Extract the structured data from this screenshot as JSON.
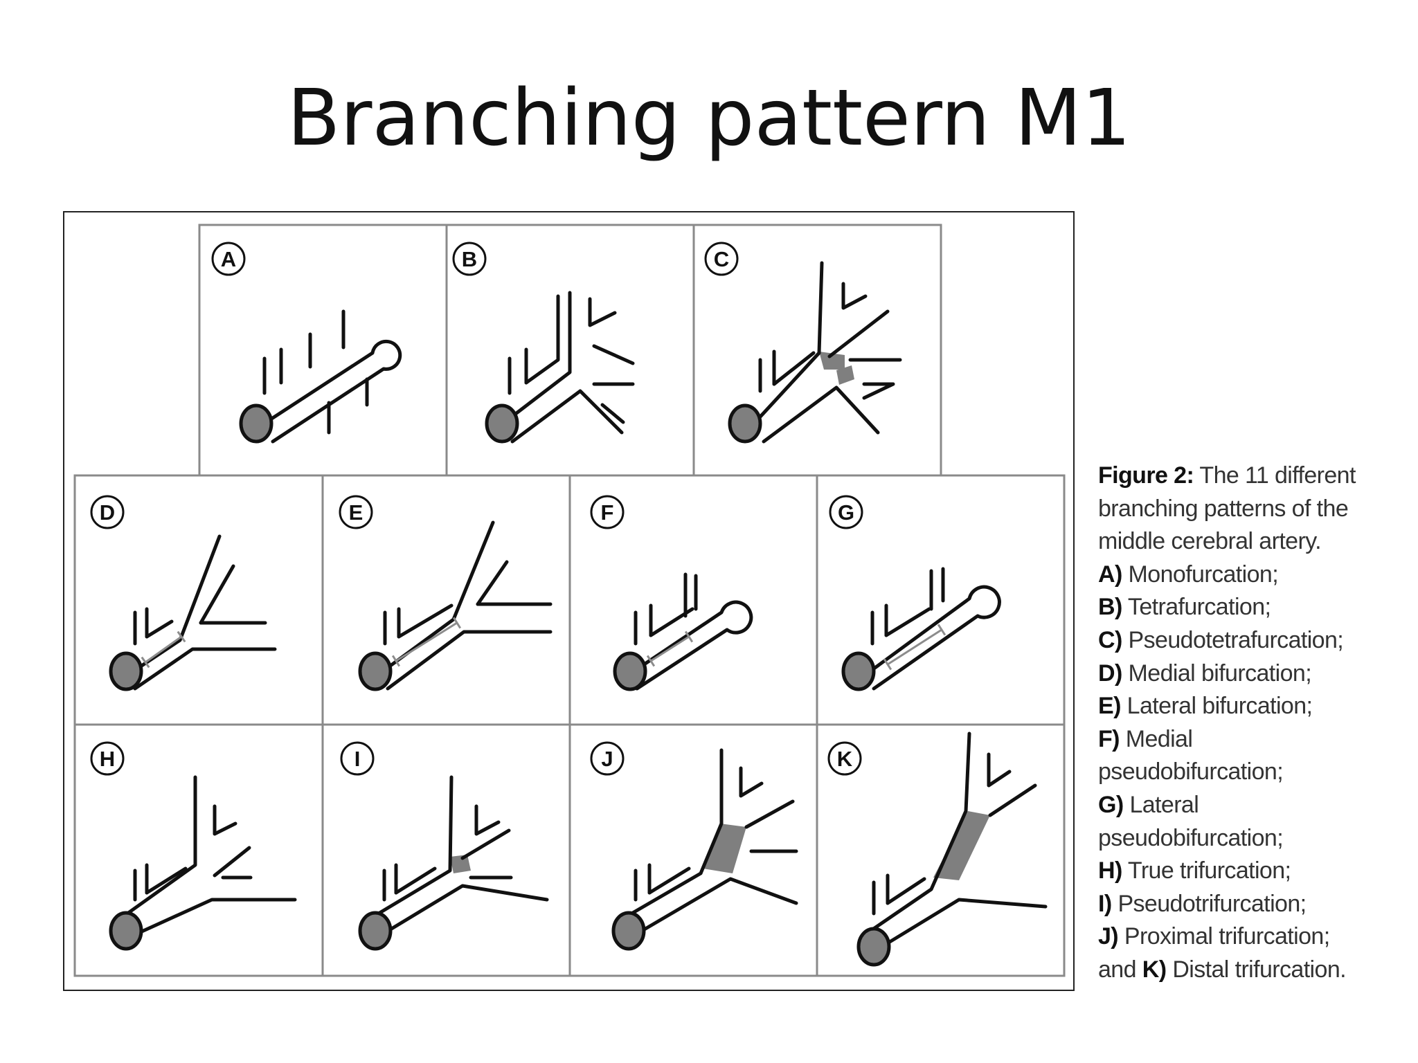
{
  "slide": {
    "title": "Branching pattern M1"
  },
  "figure": {
    "panels": [
      {
        "id": "A",
        "label": "A"
      },
      {
        "id": "B",
        "label": "B"
      },
      {
        "id": "C",
        "label": "C"
      },
      {
        "id": "D",
        "label": "D"
      },
      {
        "id": "E",
        "label": "E"
      },
      {
        "id": "F",
        "label": "F"
      },
      {
        "id": "G",
        "label": "G"
      },
      {
        "id": "H",
        "label": "H"
      },
      {
        "id": "I",
        "label": "I"
      },
      {
        "id": "J",
        "label": "J"
      },
      {
        "id": "K",
        "label": "K"
      }
    ],
    "colors": {
      "vessel_fill": "#7f7f7f",
      "stroke": "#111111",
      "measure": "#8c8c8c",
      "frame": "#8a8a8a"
    }
  },
  "caption": {
    "heading": "Figure 2:",
    "heading_text": "The 11 different",
    "lines": [
      "branching patterns of the",
      "middle cerebral artery."
    ],
    "items": [
      {
        "key": "A)",
        "text": "Monofurcation;"
      },
      {
        "key": "B)",
        "text": "Tetrafurcation;"
      },
      {
        "key": "C)",
        "text": "Pseudotetrafurcation;"
      },
      {
        "key": "D)",
        "text": "Medial bifurcation;"
      },
      {
        "key": "E)",
        "text": "Lateral bifurcation;"
      },
      {
        "key": "F)",
        "text": "Medial"
      },
      {
        "key": "",
        "text": "pseudobifurcation;"
      },
      {
        "key": "G)",
        "text": "Lateral"
      },
      {
        "key": "",
        "text": "pseudobifurcation;"
      },
      {
        "key": "H)",
        "text": "True trifurcation;"
      },
      {
        "key": "I)",
        "text": "Pseudotrifurcation;"
      },
      {
        "key": "J)",
        "text": "Proximal trifurcation;"
      }
    ],
    "last_prefix": "and",
    "last_key": "K)",
    "last_text": "Distal trifurcation."
  }
}
